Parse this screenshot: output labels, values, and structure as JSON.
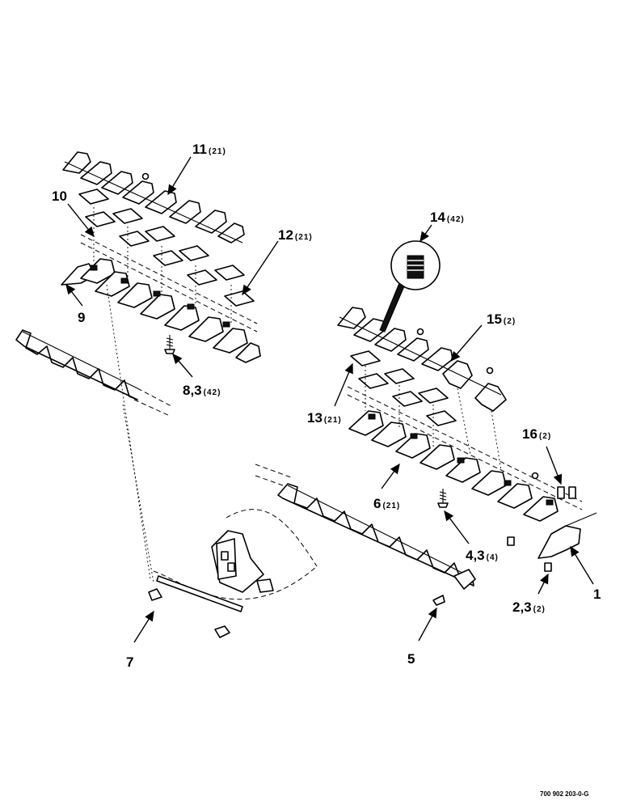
{
  "callouts": [
    {
      "id": "c11",
      "number": "11",
      "qty": "(21)"
    },
    {
      "id": "c10",
      "number": "10",
      "qty": ""
    },
    {
      "id": "c12",
      "number": "12",
      "qty": "(21)"
    },
    {
      "id": "c9",
      "number": "9",
      "qty": ""
    },
    {
      "id": "c83",
      "number": "8,3",
      "qty": "(42)"
    },
    {
      "id": "c14",
      "number": "14",
      "qty": "(42)"
    },
    {
      "id": "c15",
      "number": "15",
      "qty": "(2)"
    },
    {
      "id": "c13",
      "number": "13",
      "qty": "(21)"
    },
    {
      "id": "c16",
      "number": "16",
      "qty": "(2)"
    },
    {
      "id": "c6",
      "number": "6",
      "qty": "(21)"
    },
    {
      "id": "c43",
      "number": "4,3",
      "qty": "(4)"
    },
    {
      "id": "c1",
      "number": "1",
      "qty": ""
    },
    {
      "id": "c23",
      "number": "2,3",
      "qty": "(2)"
    },
    {
      "id": "c7",
      "number": "7",
      "qty": ""
    },
    {
      "id": "c5",
      "number": "5",
      "qty": ""
    }
  ],
  "figure_code": "700 902 203-0-G"
}
